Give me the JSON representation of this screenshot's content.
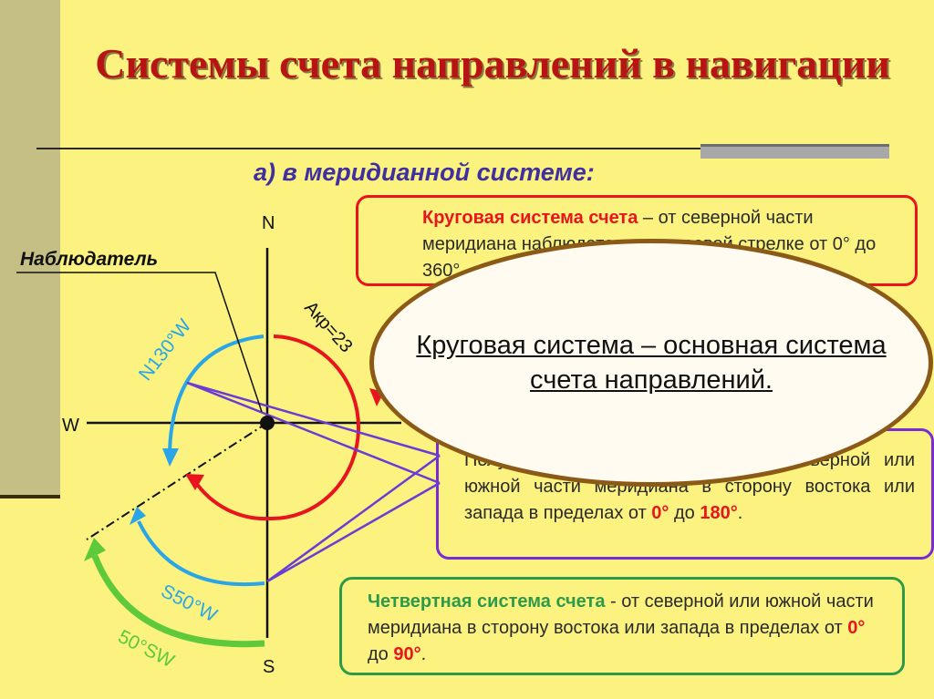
{
  "title": "Системы счета направлений в навигации",
  "subtitle": "а) в меридианной системе:",
  "observer_label": "Наблюдатель",
  "compass": {
    "north": "N",
    "south": "S",
    "west": "W"
  },
  "arc_labels": {
    "circular": "Акр=23",
    "half_circle": "N130°W",
    "quarter_blue": "S50°W",
    "quarter_green": "50°SW"
  },
  "boxes": {
    "circular": {
      "term": "Круговая система счета",
      "text": " –   от северной части меридиана  наблюдателя  по часовой стрелке от 0° до 360°."
    },
    "half": {
      "text_a": "Полукруговая система счета – от северной или южной части меридиана в сторону востока или запада в пределах от ",
      "zero": "0°",
      "text_b": " до ",
      "max": "180°",
      "text_c": "."
    },
    "quarter": {
      "term": "Четвертная система счета",
      "text_a": " - от  северной  или южной части меридиана в сторону востока  или запада в пределах от ",
      "zero": "0°",
      "text_b": " до ",
      "max": "90°",
      "text_c": "."
    }
  },
  "callout": "Круговая система – основная система счета направлений.",
  "colors": {
    "background": "#fbf27f",
    "title": "#b81414",
    "circular": "#e8141e",
    "half_circle": "#2aa6e8",
    "quarter": "#5ec93a",
    "pointer": "#6a3cd6",
    "callout_border": "#8a5a16"
  }
}
